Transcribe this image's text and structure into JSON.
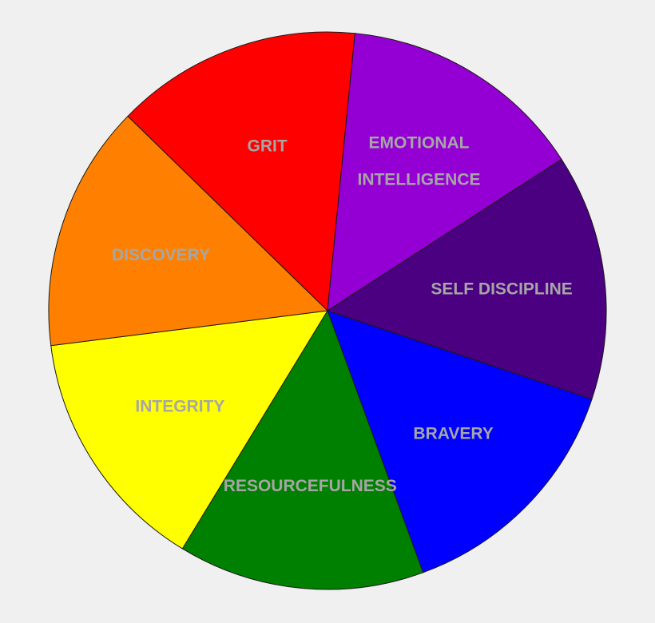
{
  "chart_data": {
    "type": "pie",
    "title": "",
    "categories": [
      "GRIT",
      "EMOTIONAL INTELLIGENCE",
      "SELF DISCIPLINE",
      "BRAVERY",
      "RESOURCEFULNESS",
      "INTEGRITY",
      "DISCOVERY"
    ],
    "values": [
      1,
      1,
      1,
      1,
      1,
      1,
      1
    ],
    "label_lines": [
      [
        "GRIT"
      ],
      [
        "EMOTIONAL",
        "INTELLIGENCE"
      ],
      [
        "SELF DISCIPLINE"
      ],
      [
        "BRAVERY"
      ],
      [
        "RESOURCEFULNESS"
      ],
      [
        "INTEGRITY"
      ],
      [
        "DISCOVERY"
      ]
    ],
    "colors": [
      "#ff0000",
      "#9400d3",
      "#4b0082",
      "#0000ff",
      "#008000",
      "#ffff00",
      "#ff8000"
    ],
    "label_color": "#a6a6a6",
    "legend": "none"
  }
}
